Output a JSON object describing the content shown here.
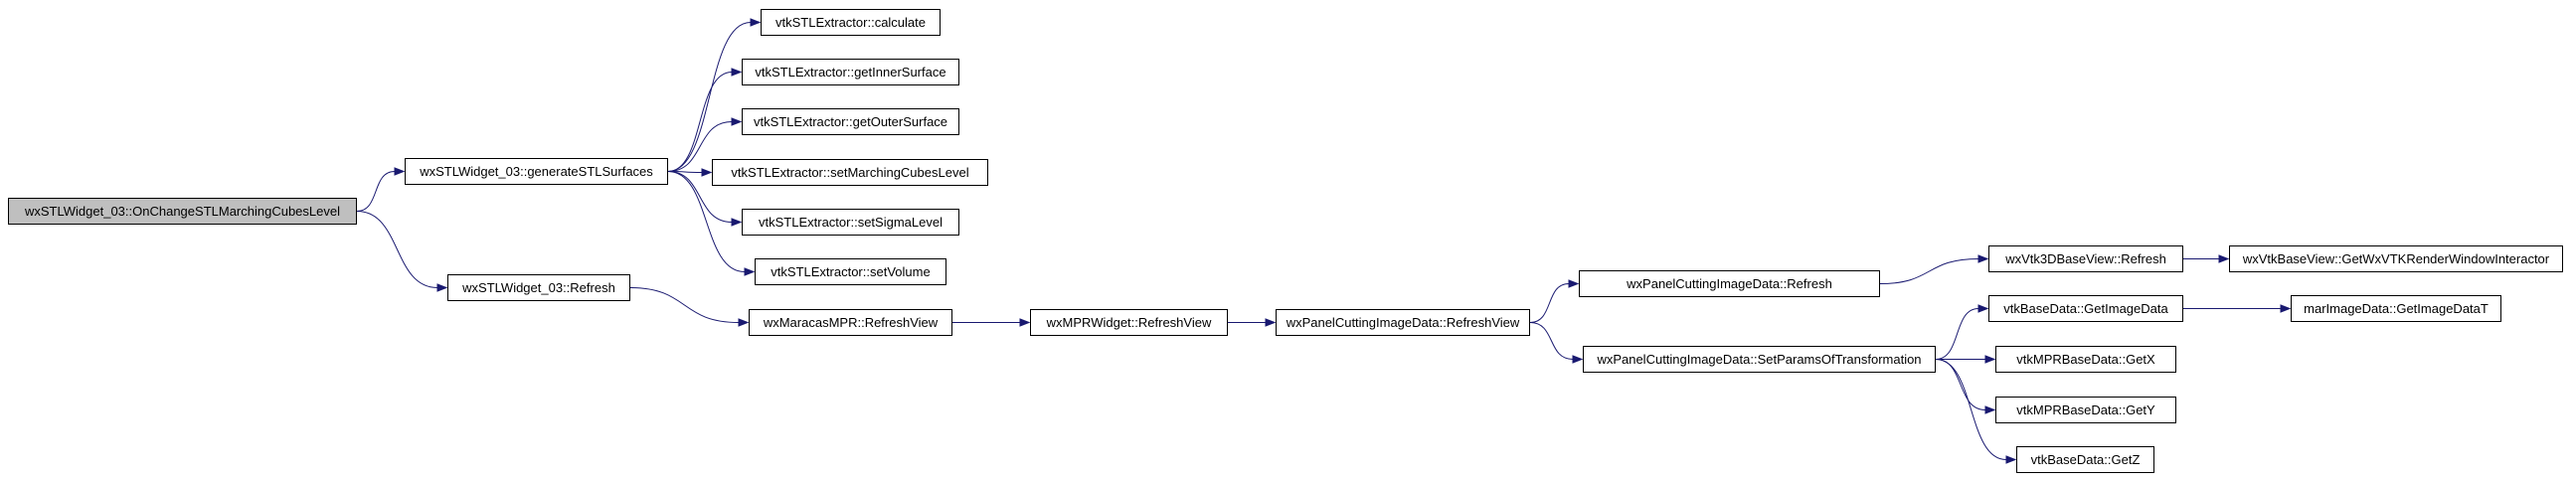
{
  "nodes": {
    "n0": {
      "label": "wxSTLWidget_03::OnChangeSTLMarchingCubesLevel"
    },
    "n1": {
      "label": "wxSTLWidget_03::generateSTLSurfaces"
    },
    "n2": {
      "label": "wxSTLWidget_03::Refresh"
    },
    "n3": {
      "label": "vtkSTLExtractor::calculate"
    },
    "n4": {
      "label": "vtkSTLExtractor::getInnerSurface"
    },
    "n5": {
      "label": "vtkSTLExtractor::getOuterSurface"
    },
    "n6": {
      "label": "vtkSTLExtractor::setMarchingCubesLevel"
    },
    "n7": {
      "label": "vtkSTLExtractor::setSigmaLevel"
    },
    "n8": {
      "label": "vtkSTLExtractor::setVolume"
    },
    "n9": {
      "label": "wxMaracasMPR::RefreshView"
    },
    "n10": {
      "label": "wxMPRWidget::RefreshView"
    },
    "n11": {
      "label": "wxPanelCuttingImageData::RefreshView"
    },
    "n12": {
      "label": "wxPanelCuttingImageData::Refresh"
    },
    "n13": {
      "label": "wxPanelCuttingImageData::SetParamsOfTransformation"
    },
    "n14": {
      "label": "wxVtk3DBaseView::Refresh"
    },
    "n15": {
      "label": "wxVtkBaseView::GetWxVTKRenderWindowInteractor"
    },
    "n16": {
      "label": "vtkBaseData::GetImageData"
    },
    "n17": {
      "label": "vtkMPRBaseData::GetX"
    },
    "n18": {
      "label": "vtkMPRBaseData::GetY"
    },
    "n19": {
      "label": "vtkBaseData::GetZ"
    },
    "n20": {
      "label": "marImageData::GetImageDataT"
    }
  },
  "edges": [
    [
      "n0",
      "n1"
    ],
    [
      "n0",
      "n2"
    ],
    [
      "n1",
      "n3"
    ],
    [
      "n1",
      "n4"
    ],
    [
      "n1",
      "n5"
    ],
    [
      "n1",
      "n6"
    ],
    [
      "n1",
      "n7"
    ],
    [
      "n1",
      "n8"
    ],
    [
      "n2",
      "n9"
    ],
    [
      "n9",
      "n10"
    ],
    [
      "n10",
      "n11"
    ],
    [
      "n11",
      "n12"
    ],
    [
      "n11",
      "n13"
    ],
    [
      "n12",
      "n14"
    ],
    [
      "n14",
      "n15"
    ],
    [
      "n13",
      "n16"
    ],
    [
      "n13",
      "n17"
    ],
    [
      "n13",
      "n18"
    ],
    [
      "n13",
      "n19"
    ],
    [
      "n16",
      "n20"
    ]
  ],
  "colors": {
    "edge": "#191970",
    "root_fill": "#bfbfbf",
    "node_fill": "#ffffff",
    "border": "#000000"
  }
}
